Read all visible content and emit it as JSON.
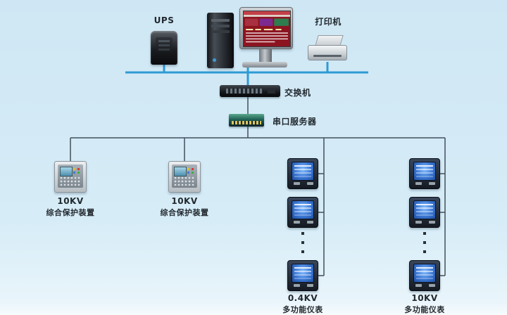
{
  "diagram": {
    "kind": "power-monitoring-network-topology",
    "colors": {
      "background": "#d4ebf6",
      "bus_line": "#2e9bd5",
      "branch_line": "#41505a"
    }
  },
  "nodes": {
    "ups": {
      "label": "UPS"
    },
    "printer": {
      "label": "打印机"
    },
    "switch": {
      "label": "交换机"
    },
    "serial_server": {
      "label": "串口服务器"
    },
    "protection_1": {
      "kv": "10KV",
      "name": "综合保护装置"
    },
    "protection_2": {
      "kv": "10KV",
      "name": "综合保护装置"
    },
    "meter_col_1": {
      "kv": "0.4KV",
      "name": "多功能仪表"
    },
    "meter_col_2": {
      "kv": "10KV",
      "name": "多功能仪表"
    }
  }
}
